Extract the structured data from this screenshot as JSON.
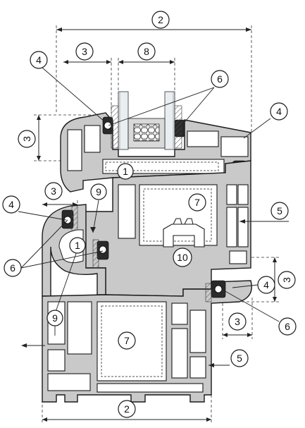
{
  "callouts": {
    "c2_top": "2",
    "c3_top": "3",
    "c8": "8",
    "c4_top_left": "4",
    "c6_top": "6",
    "c3_left_vertical": "3",
    "c4_right_top": "4",
    "c1_top": "1",
    "c9_top": "9",
    "c7_top": "7",
    "c3_mid_left": "3",
    "c4_left": "4",
    "c5_top": "5",
    "c1_mid": "1",
    "c6_left": "6",
    "c10": "10",
    "c3_right_vertical": "3",
    "c4_right_bottom": "4",
    "c9_bottom": "9",
    "c3_bottom_right": "3",
    "c6_bottom_right": "6",
    "c7_bottom": "7",
    "c5_bottom": "5",
    "c2_bottom": "2"
  }
}
